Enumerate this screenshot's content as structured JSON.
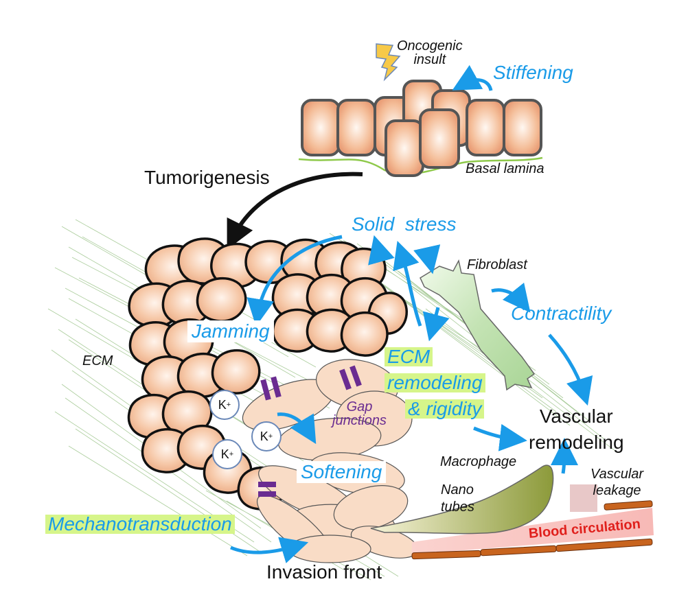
{
  "labels": {
    "oncogenic_insult": "Oncogenic\ninsult",
    "stiffening": "Stiffening",
    "basal_lamina": "Basal lamina",
    "tumorigenesis": "Tumorigenesis",
    "solid_stress": "Solid  stress",
    "fibroblast": "Fibroblast",
    "contractility": "Contractility",
    "jamming": "Jamming",
    "ecm": "ECM",
    "ecm_remodeling_1": "ECM",
    "ecm_remodeling_2": "remodeling",
    "ecm_remodeling_3": "& rigidity",
    "gap_junctions": "Gap\njunctions",
    "vascular_remodeling": "Vascular\nremodeling",
    "macrophage": "Macrophage",
    "vascular_leakage": "Vascular\nleakage",
    "softening": "Softening",
    "nano_tubes": "Nano\ntubes",
    "mechanotransduction": "Mechanotransduction",
    "blood_circulation": "Blood circulation",
    "invasion_front": "Invasion front",
    "k_ion": "K",
    "k_charge": "+"
  },
  "colors": {
    "accent_blue": "#1a9be8",
    "cell_fill": "#f6c8a8",
    "cell_stroke": "#111111",
    "highlight": "#d6f58a",
    "gap_junction": "#6a2c91",
    "blood": "#f7b9b6",
    "vessel": "#c8641e",
    "fibroblast": "#c4e3b4",
    "macrophage": "#8c9a3a",
    "basal_lamina": "#8ec94a",
    "red_text": "#e0201c"
  },
  "icons": [
    "lightning-icon",
    "k-ion-icon",
    "gap-junction-icon",
    "arrow-icon"
  ]
}
